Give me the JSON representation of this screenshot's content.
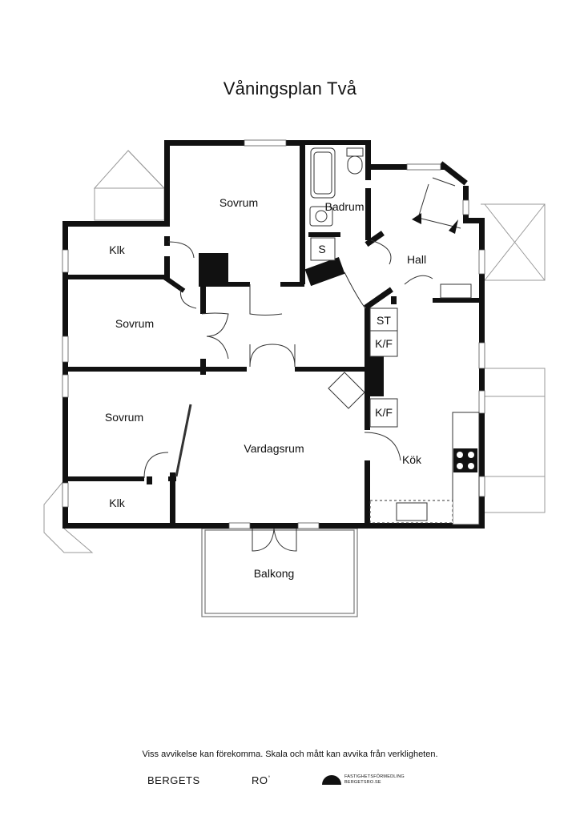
{
  "title": "Våningsplan Två",
  "rooms": {
    "sovrum_top": "Sovrum",
    "badrum": "Badrum",
    "klk_top": "Klk",
    "s": "S",
    "hall": "Hall",
    "sovrum_mid": "Sovrum",
    "st": "ST",
    "kf_top": "K/F",
    "sovrum_low": "Sovrum",
    "vardagsrum": "Vardagsrum",
    "kf_bottom": "K/F",
    "kok": "Kök",
    "klk_bottom": "Klk",
    "balkong": "Balkong"
  },
  "footer": {
    "disclaimer": "Viss avvikelse kan förekomma. Skala och mått kan avvika från verkligheten.",
    "brand_left": "BERGETS",
    "brand_right": "RO",
    "agency_line1": "FASTIGHETSFÖRMEDLING",
    "agency_line2": "BERGETSRO.SE"
  }
}
